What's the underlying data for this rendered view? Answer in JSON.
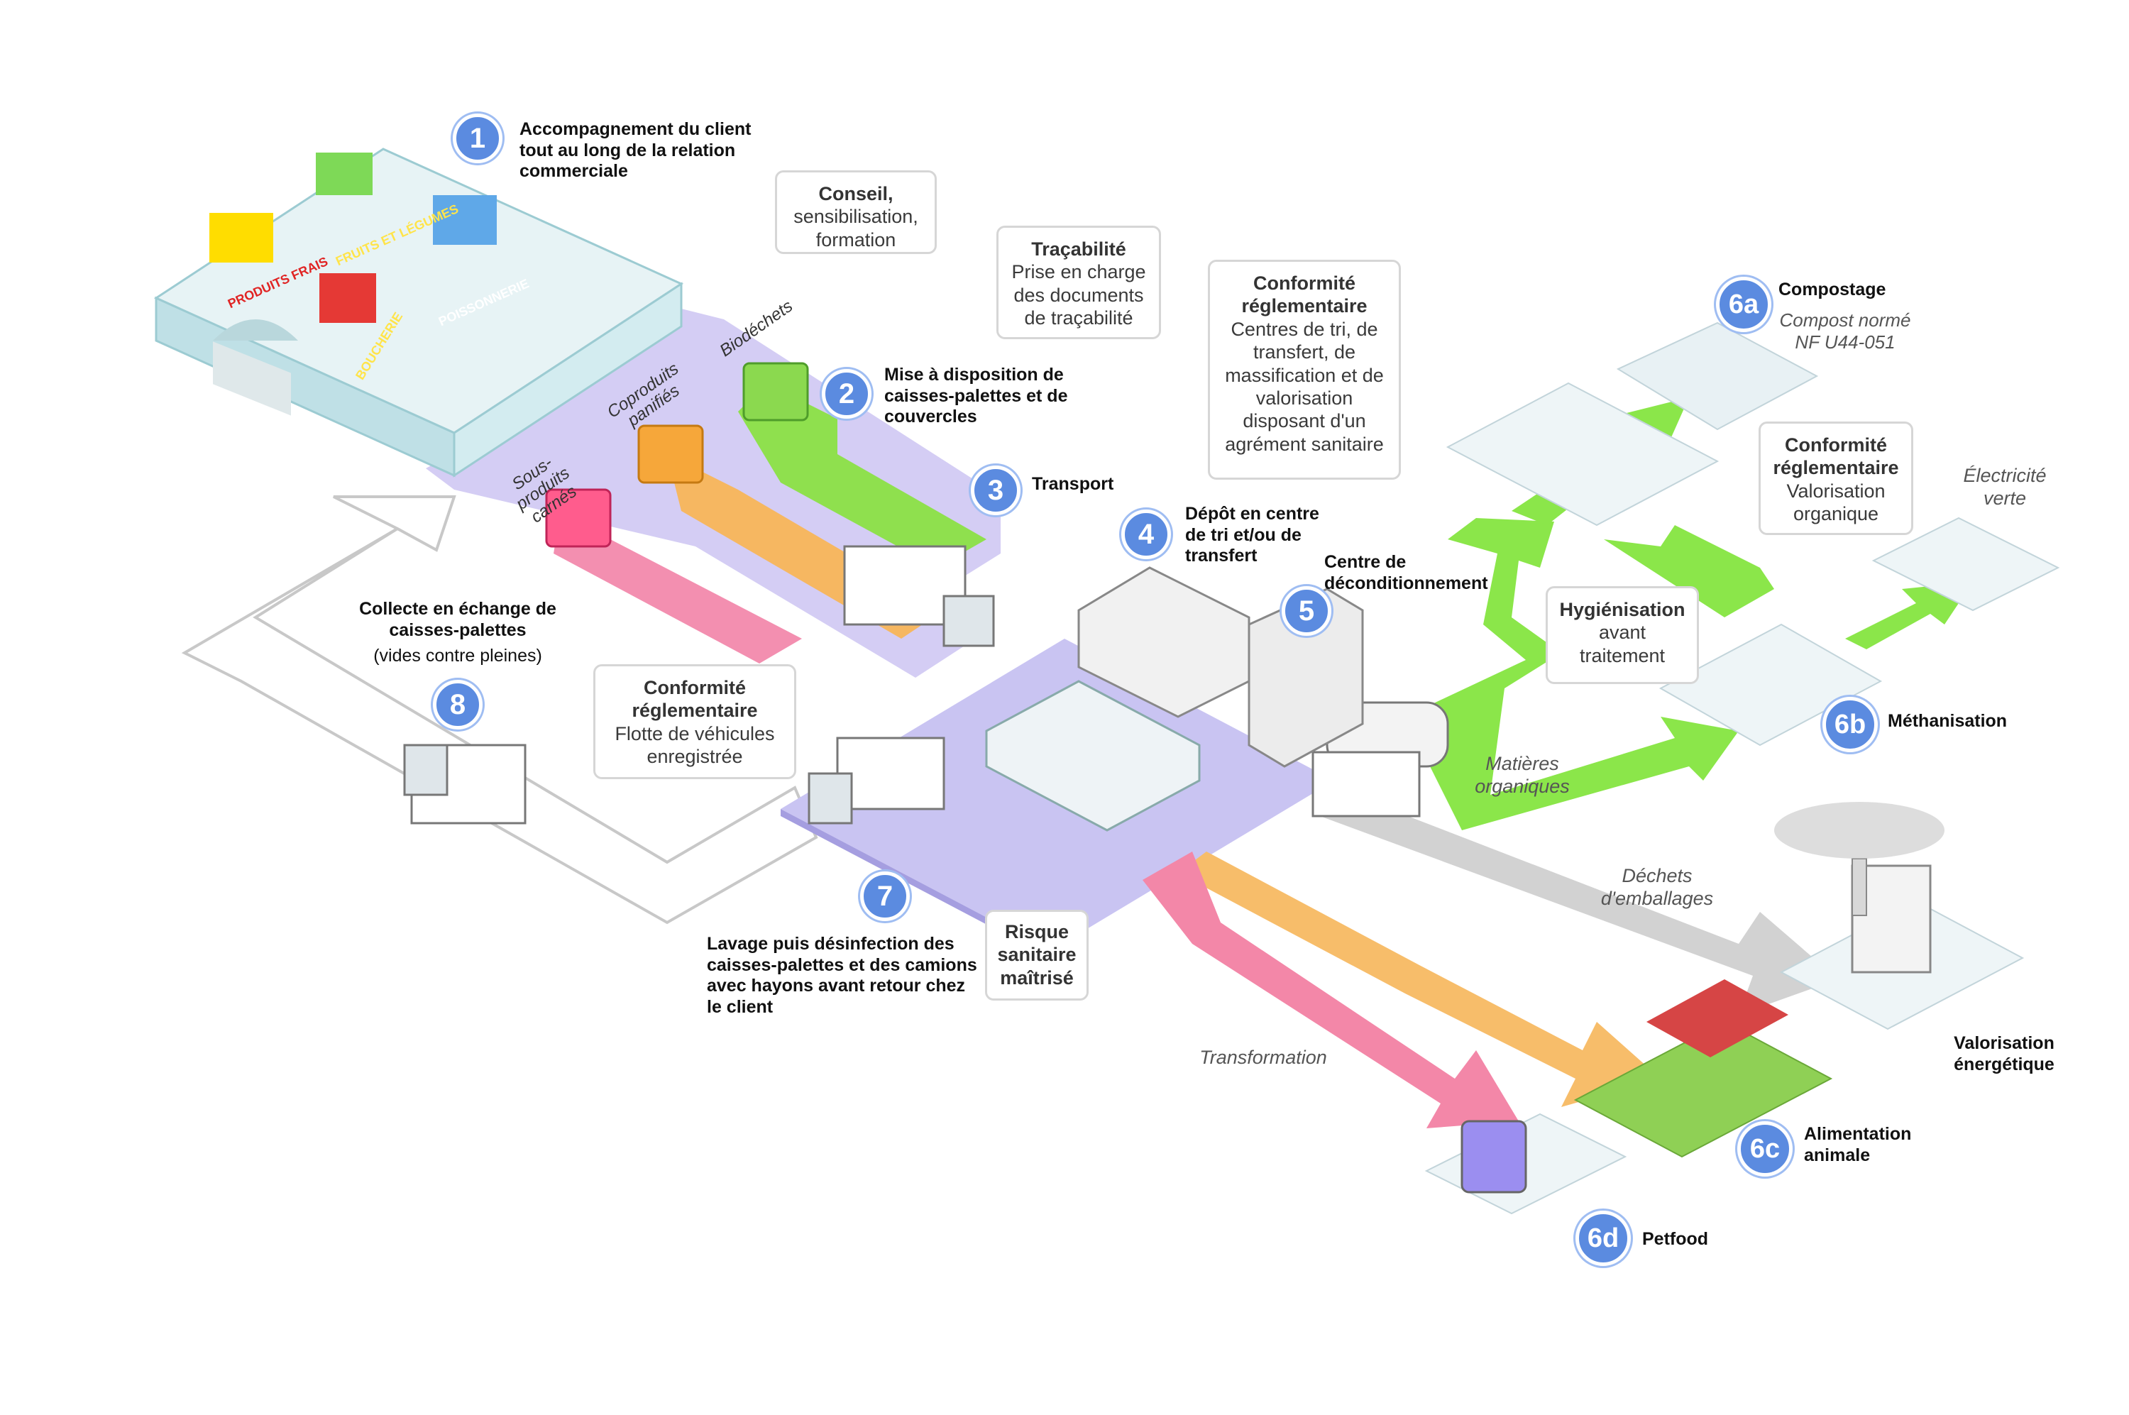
{
  "steps": {
    "s1": {
      "num": "1",
      "label": "Accompagnement du client tout au long de la relation commerciale"
    },
    "s2": {
      "num": "2",
      "label": "Mise à disposition de caisses-palettes et de couvercles"
    },
    "s3": {
      "num": "3",
      "label": "Transport"
    },
    "s4": {
      "num": "4",
      "label": "Dépôt en centre de tri et/ou de transfert"
    },
    "s5": {
      "num": "5",
      "label": "Centre de déconditionnement"
    },
    "s6a": {
      "num": "6a",
      "label": "Compostage",
      "sub": "Compost normé NF U44-051"
    },
    "s6b": {
      "num": "6b",
      "label": "Méthanisation"
    },
    "s6c": {
      "num": "6c",
      "label": "Alimentation animale"
    },
    "s6d": {
      "num": "6d",
      "label": "Petfood"
    },
    "s7": {
      "num": "7",
      "label": "Lavage puis désinfection des caisses-palettes et des camions avec hayons avant retour chez le client"
    },
    "s8": {
      "num": "8",
      "label": "Collecte en échange de caisses-palettes",
      "sub": "(vides contre pleines)"
    },
    "energy": {
      "label": "Valorisation énergétique"
    }
  },
  "boxes": {
    "conseil": {
      "title": "Conseil,",
      "text": "sensibilisation, formation"
    },
    "tracabilite": {
      "title": "Traçabilité",
      "text": "Prise en charge des documents de traçabilité"
    },
    "conformite_centres": {
      "title": "Conformité réglementaire",
      "text": "Centres de tri, de transfert, de massification et de valorisation disposant d'un agrément sanitaire"
    },
    "conformite_flotte": {
      "title": "Conformité réglementaire",
      "text": "Flotte de véhicules enregistrée"
    },
    "conformite_valo": {
      "title": "Conformité réglementaire",
      "text": "Valorisation organique"
    },
    "hygienisation": {
      "title": "Hygiénisation",
      "text": "avant traitement"
    },
    "risque": {
      "title": "Risque sanitaire maîtrisé"
    }
  },
  "flows": {
    "biodechets": "Biodéchets",
    "coproduits": "Coproduits panifiés",
    "sousproduits": "Sous-produits carnés",
    "matieres": "Matières organiques",
    "emballages": "Déchets d'emballages",
    "transformation": "Transformation",
    "electricite": "Électricité verte"
  },
  "store_signs": {
    "frais": "PRODUITS FRAIS",
    "fruits": "FRUITS ET LÉGUMES",
    "poisson": "POISSONNERIE",
    "boucherie": "BOUCHERIE"
  },
  "colors": {
    "lavender": "#c8c2f0",
    "green": "#86e84a",
    "orange": "#f8b85a",
    "pink": "#f27ca0",
    "grey": "#cfcfcf",
    "badge": "#5b8be0"
  }
}
